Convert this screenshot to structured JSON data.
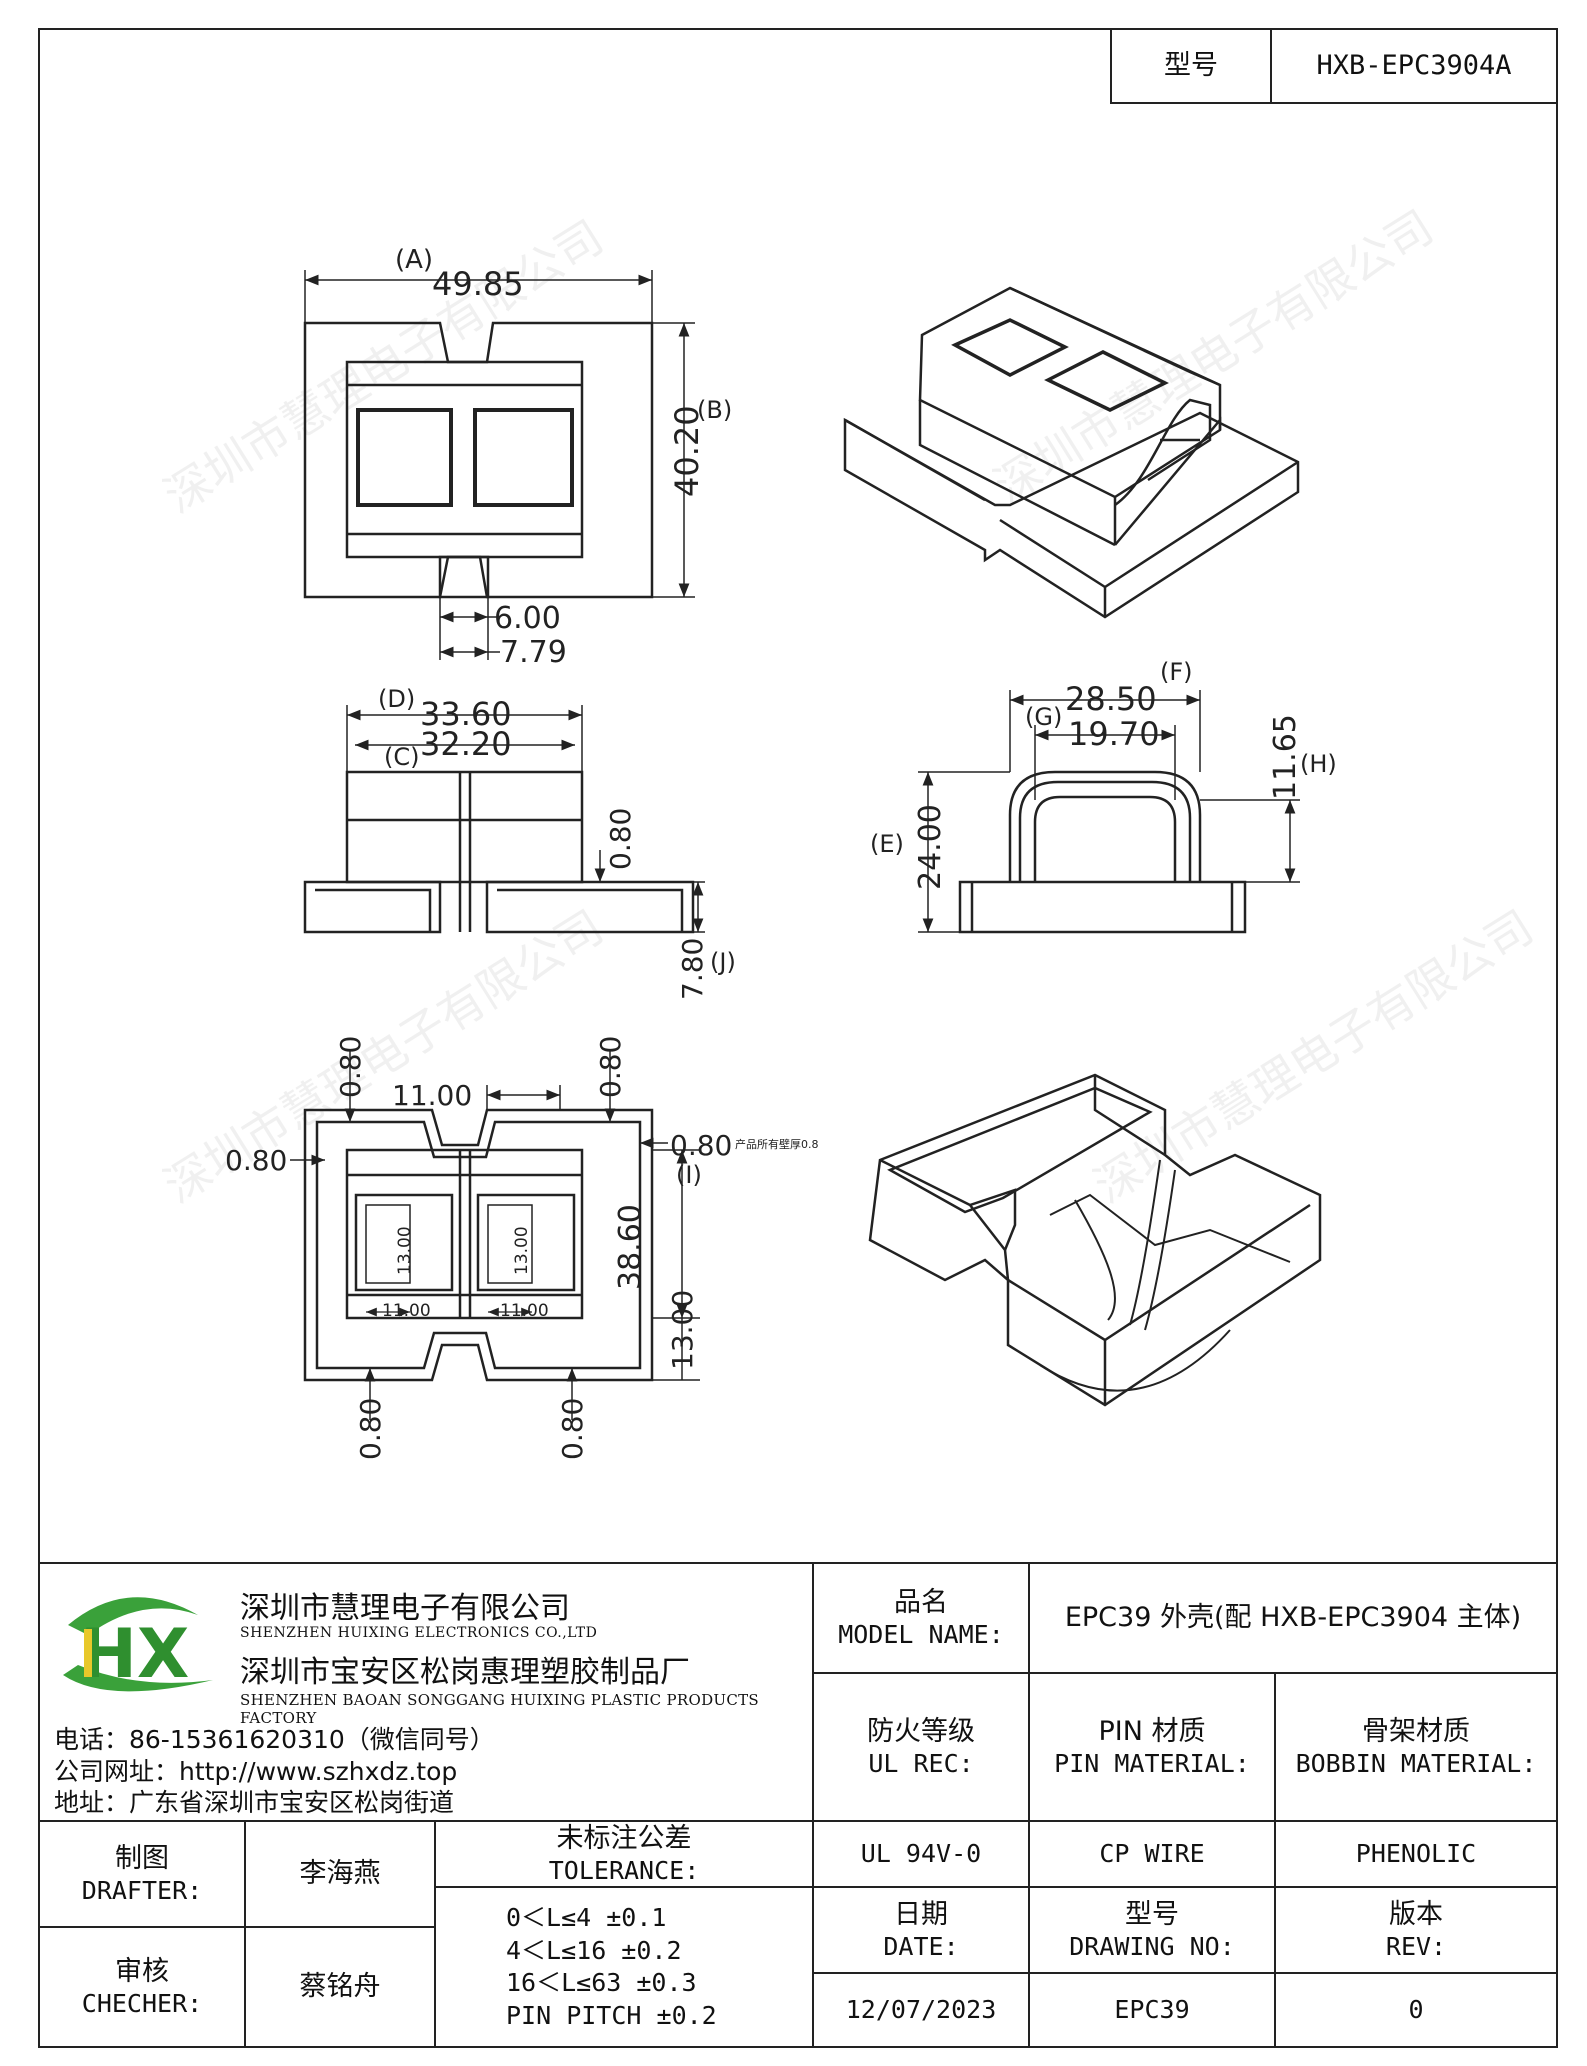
{
  "header": {
    "model_label": "型号",
    "model_value": "HXB-EPC3904A"
  },
  "watermark": "深圳市慧理电子有限公司",
  "dimensions": {
    "top_view": {
      "A_label": "(A)",
      "A": "49.85",
      "B_label": "(B)",
      "B": "40.20",
      "d1": "6.00",
      "d2": "7.79"
    },
    "front_view": {
      "D_label": "(D)",
      "D": "33.60",
      "C_label": "(C)",
      "C": "32.20",
      "h1": "0.80",
      "J": "7.80",
      "J_label": "(J)"
    },
    "side_view": {
      "F": "28.50",
      "F_label": "(F)",
      "G_label": "(G)",
      "G": "19.70",
      "H": "11.65",
      "H_label": "(H)",
      "E_label": "(E)",
      "E": "24.00"
    },
    "bottom_view": {
      "t1": "0.80",
      "w1": "11.00",
      "t2": "0.80",
      "t3": "0.80",
      "t3_note": "产品所有壁厚0.8",
      "I_label": "(I)",
      "t4": "0.80",
      "I": "38.60",
      "win_h1": "13.00",
      "win_h2": "13.00",
      "win_w1": "11.00",
      "win_w2": "11.00",
      "h13": "13.00",
      "t5": "0.80",
      "t6": "0.80"
    }
  },
  "company": {
    "name_cn": "深圳市慧理电子有限公司",
    "name_en": "SHENZHEN HUIXING ELECTRONICS CO.,LTD",
    "factory_cn": "深圳市宝安区松岗惠理塑胶制品厂",
    "factory_en": "SHENZHEN BAOAN SONGGANG HUIXING PLASTIC PRODUCTS FACTORY",
    "phone": "电话：86-15361620310（微信同号）",
    "website": "公司网址：http://www.szhxdz.top",
    "address": "地址：广东省深圳市宝安区松岗街道",
    "logo_text": "HX"
  },
  "title_block": {
    "model_name_cn": "品名",
    "model_name_en": "MODEL NAME:",
    "model_name_value": "EPC39 外壳(配 HXB-EPC3904 主体)",
    "ul_cn": "防火等级",
    "ul_en": "UL REC:",
    "pin_cn": "PIN 材质",
    "pin_en": "PIN MATERIAL:",
    "bobbin_cn": "骨架材质",
    "bobbin_en": "BOBBIN MATERIAL:",
    "ul_value": "UL 94V-0",
    "pin_value": "CP WIRE",
    "bobbin_value": "PHENOLIC",
    "drafter_cn": "制图",
    "drafter_en": "DRAFTER:",
    "drafter_value": "李海燕",
    "tolerance_cn": "未标注公差",
    "tolerance_en": "TOLERANCE:",
    "tolerances": [
      "0＜L≤4   ±0.1",
      "4＜L≤16  ±0.2",
      "16＜L≤63 ±0.3",
      "PIN PITCH ±0.2"
    ],
    "checker_cn": "审核",
    "checker_en": "CHECHER:",
    "checker_value": "蔡铭舟",
    "date_cn": "日期",
    "date_en": "DATE:",
    "date_value": "12/07/2023",
    "drawing_cn": "型号",
    "drawing_en": "DRAWING NO:",
    "drawing_value": "EPC39",
    "rev_cn": "版本",
    "rev_en": "REV:",
    "rev_value": "0"
  }
}
